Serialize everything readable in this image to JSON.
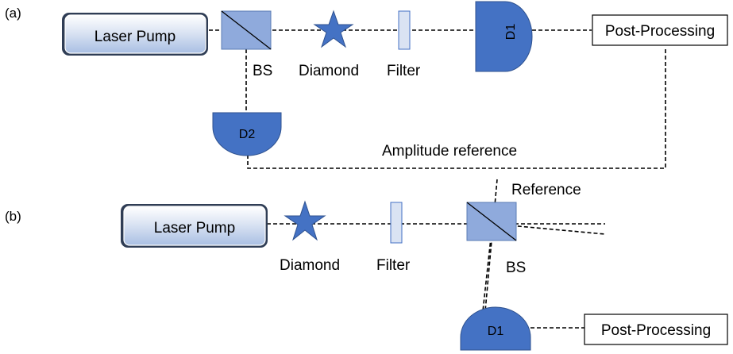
{
  "panel_a": {
    "tag": "(a)",
    "laser_label": "Laser Pump",
    "bs_label": "BS",
    "diamond_label": "Diamond",
    "filter_label": "Filter",
    "d1_label": "D1",
    "d2_label": "D2",
    "post_label": "Post-Processing",
    "amplitude_label": "Amplitude reference"
  },
  "panel_b": {
    "tag": "(b)",
    "laser_label": "Laser Pump",
    "diamond_label": "Diamond",
    "filter_label": "Filter",
    "bs_label": "BS",
    "reference_label": "Reference",
    "d1_label": "D1",
    "post_label": "Post-Processing"
  },
  "colors": {
    "detector": "#4472c4",
    "diamond": "#4472c4",
    "beamsplitter": "#8faadc",
    "filter": "#dae3f3",
    "laser_fill_top": "#ffffff",
    "laser_fill_bottom": "#b4c7e7"
  }
}
